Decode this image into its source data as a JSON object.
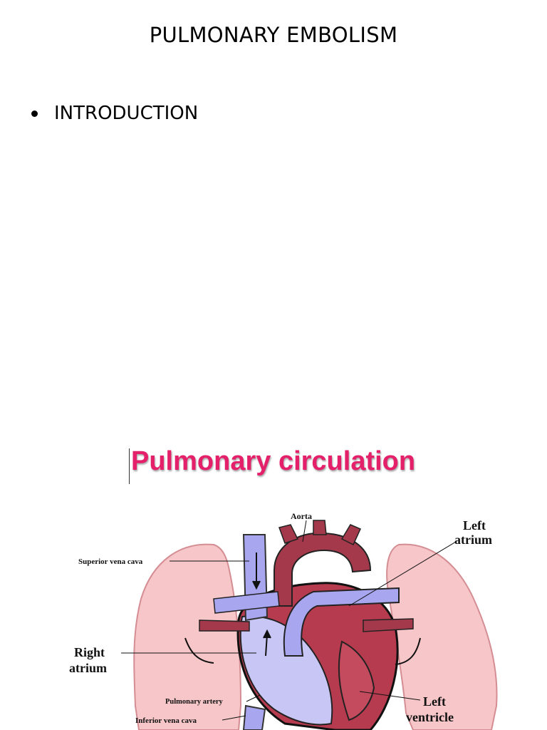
{
  "slide": {
    "title": "PULMONARY EMBOLISM",
    "bullets": [
      "INTRODUCTION"
    ]
  },
  "figure": {
    "title": "Pulmonary circulation",
    "title_color": "#e5206a",
    "labels": {
      "aorta": "Aorta",
      "left_atrium_1": "Left",
      "left_atrium_2": "atrium",
      "superior_vena_cava": "Superior vena cava",
      "right_atrium_1": "Right",
      "right_atrium_2": "atrium",
      "pulmonary_artery": "Pulmonary artery",
      "inferior_vena_cava": "Inferior vena cava",
      "left_ventricle_1": "Left",
      "left_ventricle_2": "ventricle"
    },
    "colors": {
      "lung": "#f7c6c9",
      "oxygenated": "#a3394b",
      "deoxygenated": "#a8a6ef"
    }
  }
}
